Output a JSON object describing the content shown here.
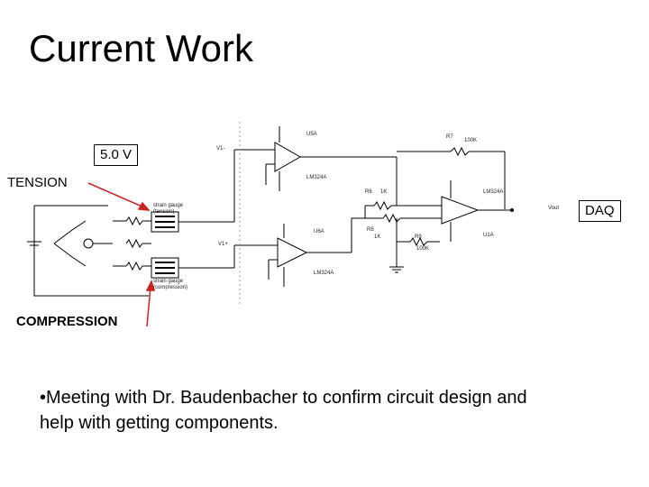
{
  "slide": {
    "title": "Current Work",
    "bullet": "•Meeting with Dr. Baudenbacher to confirm circuit design and help with getting components."
  },
  "callouts": {
    "voltage": "5.0 V",
    "tension": "TENSION",
    "compression": "COMPRESSION",
    "daq": "DAQ"
  },
  "schematic": {
    "u5a": "U5A",
    "lm324a_top": "LM324A",
    "r7": "R7",
    "r7_value": "100K",
    "v1_minus": "V1-",
    "v1_plus": "V1+",
    "r6": "R6",
    "r6_value": "1K",
    "r8": "R8",
    "r8_value": "1K",
    "r9": "R9",
    "r9_value": "100K",
    "u1a": "U1A",
    "lm324a_right": "LM324A",
    "u6a": "U6A",
    "lm324a_bottom": "LM324A",
    "vout": "Vout",
    "gauge_tension_1": "strain gauge",
    "gauge_tension_2": "(tension)",
    "gauge_compression_1": "strain gauge",
    "gauge_compression_2": "(compression)"
  },
  "colors": {
    "arrow": "#cc2222",
    "line": "#000000"
  }
}
